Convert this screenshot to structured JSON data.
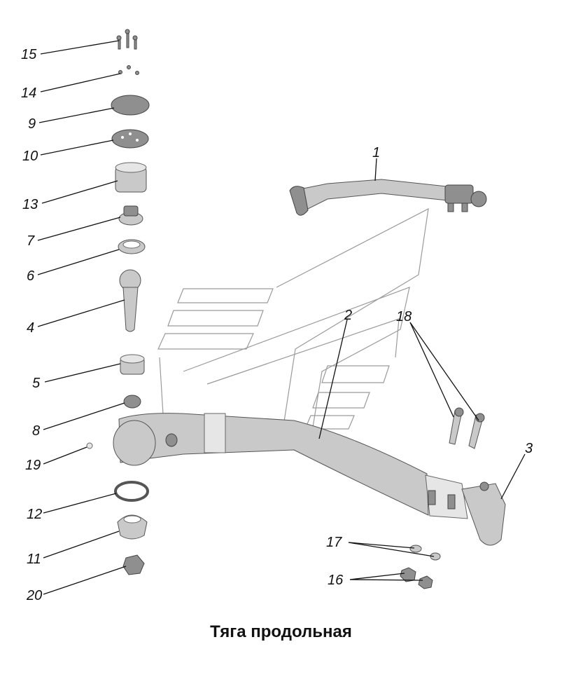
{
  "title": "Тяга продольная",
  "callouts": {
    "c1": "1",
    "c2": "2",
    "c3": "3",
    "c4": "4",
    "c5": "5",
    "c6": "6",
    "c7": "7",
    "c8": "8",
    "c9": "9",
    "c10": "10",
    "c11": "11",
    "c12": "12",
    "c13": "13",
    "c14": "14",
    "c15": "15",
    "c16": "16",
    "c17": "17",
    "c18": "18",
    "c19": "19",
    "c20": "20"
  }
}
